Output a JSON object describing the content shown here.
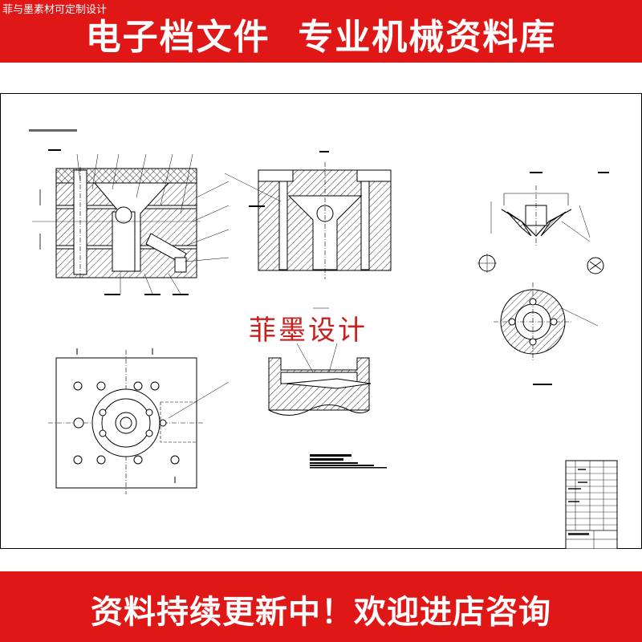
{
  "header": {
    "watermark": "菲与墨素材可定制设计",
    "title": "电子档文件  专业机械资料库"
  },
  "overlay": {
    "text": "菲墨设计"
  },
  "footer": {
    "text": "资料持续更新中！欢迎进店咨询"
  },
  "colors": {
    "banner": "#e01717",
    "overlay_text": "#c81e1e",
    "line": "#000000"
  }
}
